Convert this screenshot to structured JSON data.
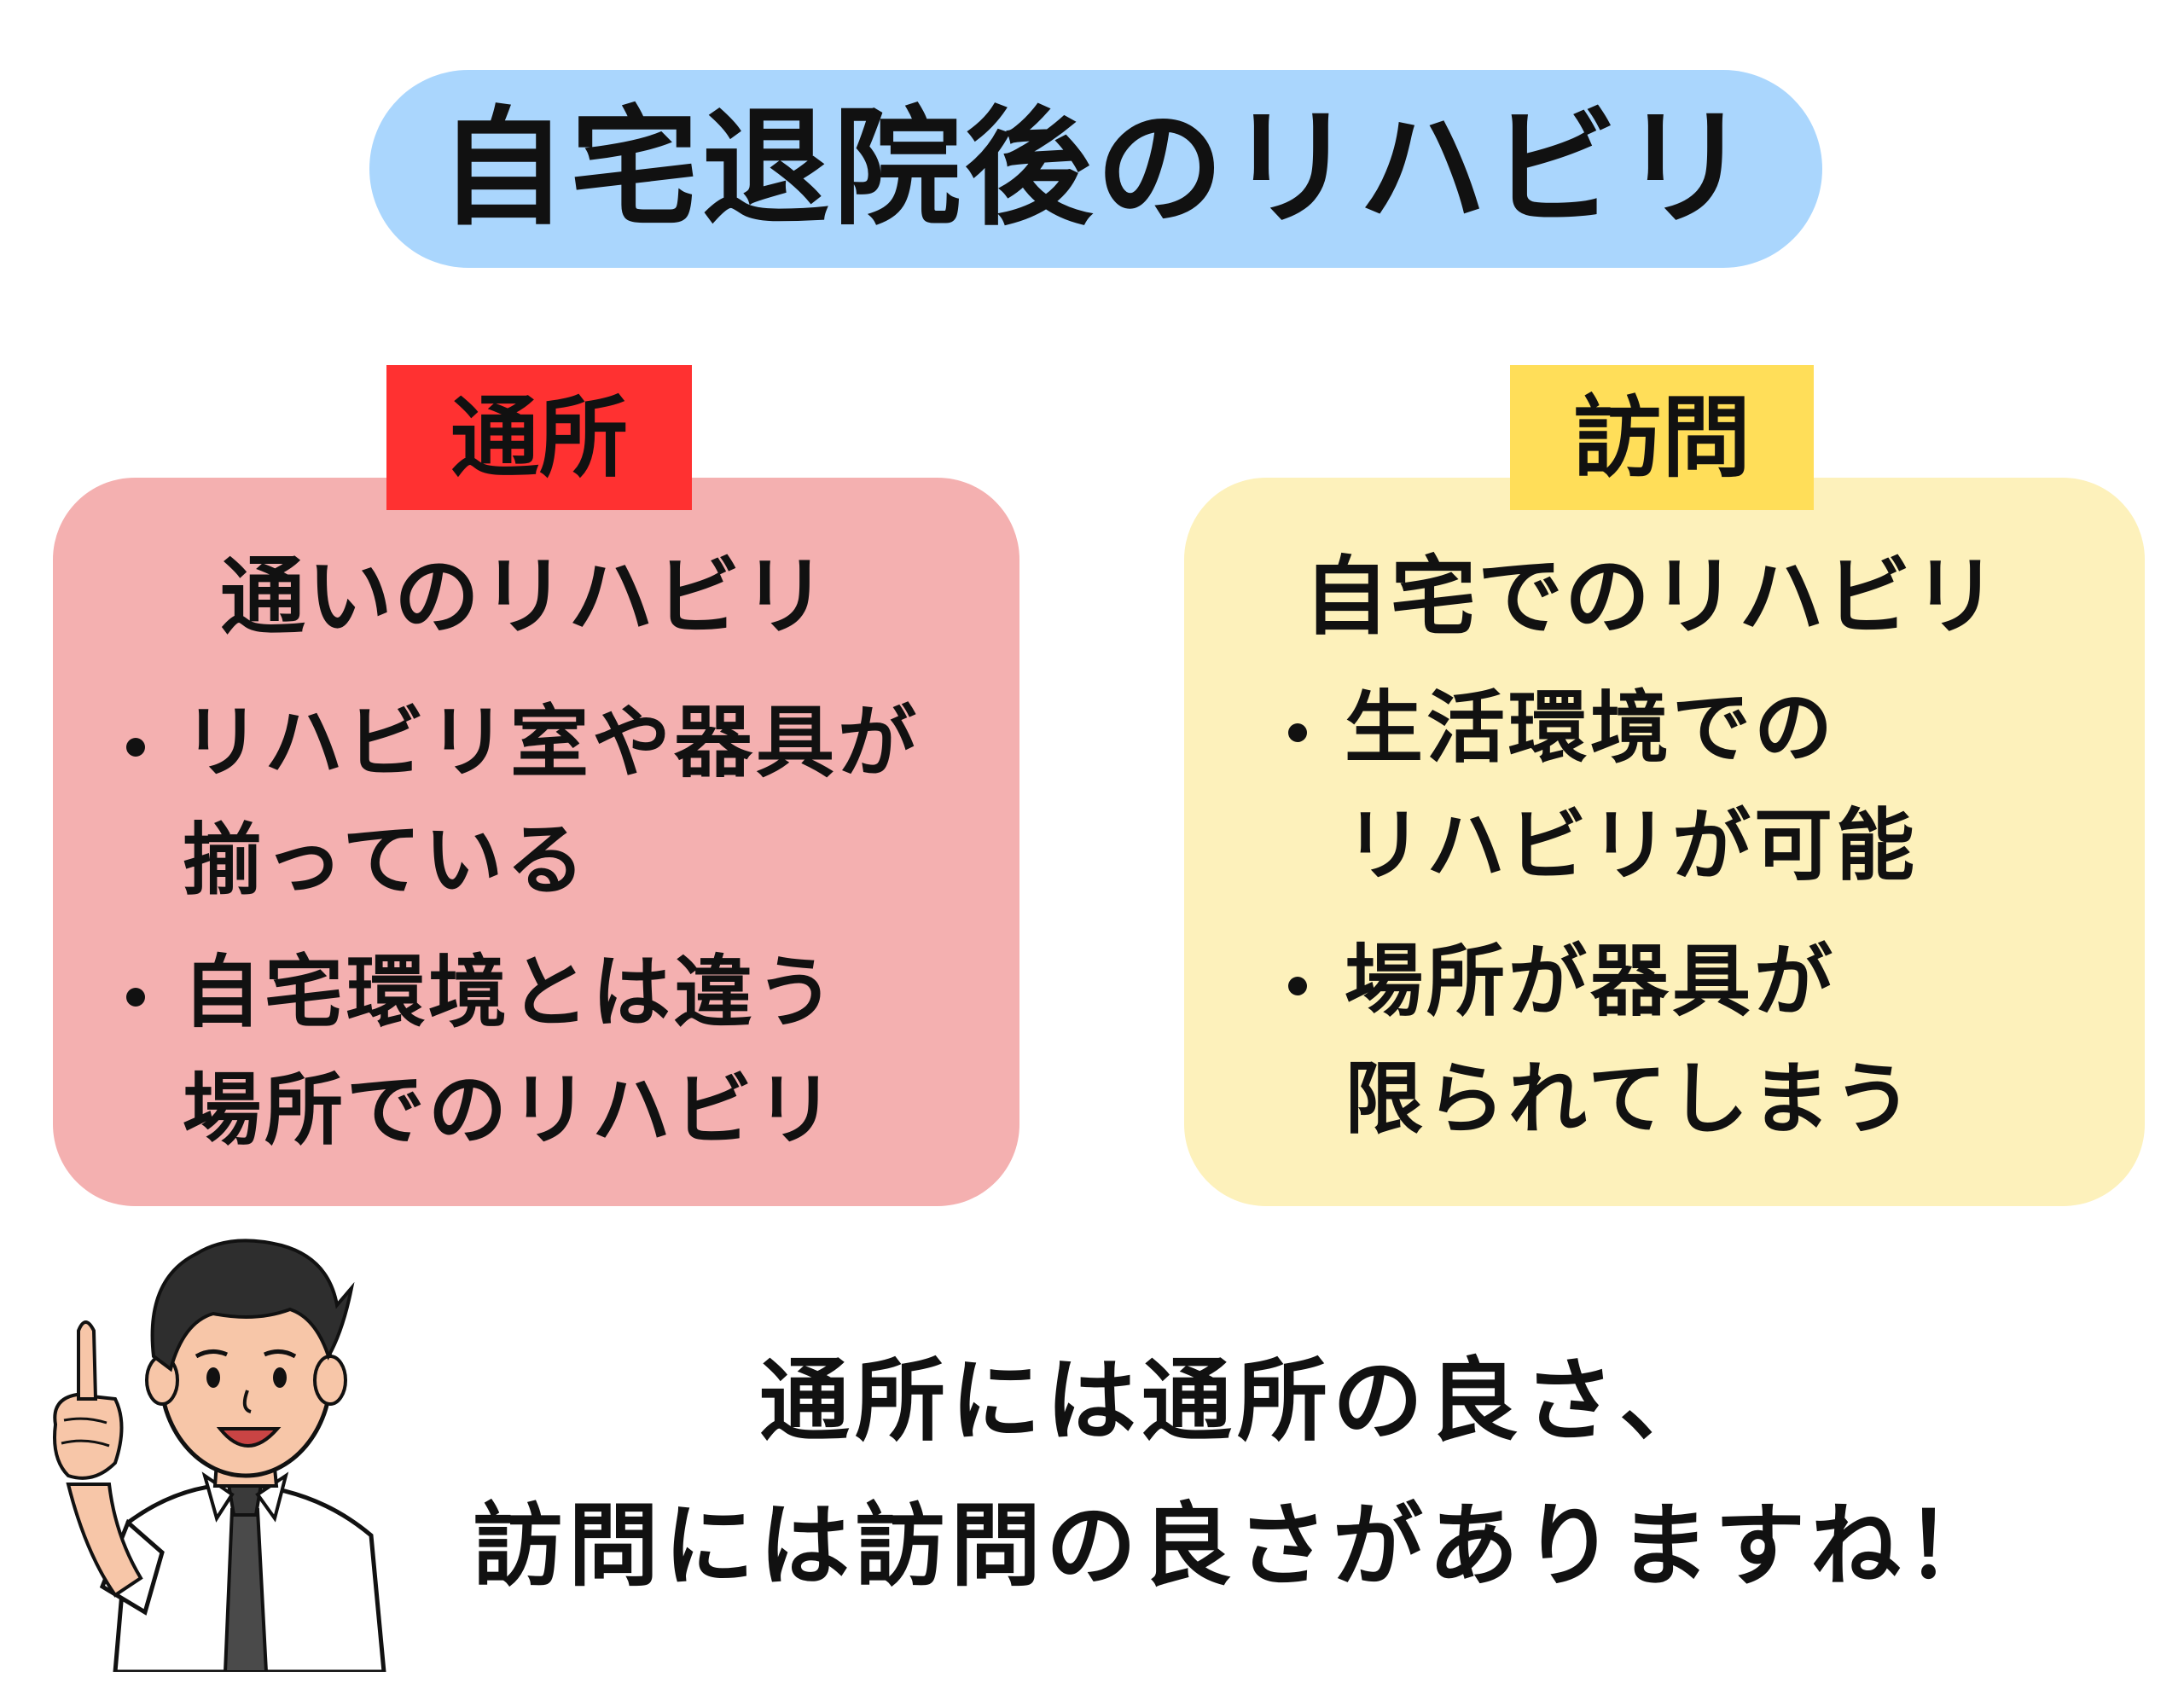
{
  "title": "自宅退院後のリハビリ",
  "left_card": {
    "tag": "通所",
    "subtitle": "通いのリハビリ",
    "bullets": [
      {
        "line1": "リハビリ室や器具が",
        "line2": "揃っている"
      },
      {
        "line1": "自宅環境とは違う",
        "line2": "場所でのリハビリ"
      }
    ]
  },
  "right_card": {
    "tag": "訪問",
    "subtitle": "自宅でのリハビリ",
    "bullets": [
      {
        "line1": "生活環境での",
        "line2": "リハビリが可能"
      },
      {
        "line1": "場所が器具が",
        "line2": "限られてしまう"
      }
    ]
  },
  "message": {
    "line1": "通所には通所の良さ、",
    "line2": "訪問には訪問の良さがありますね！"
  },
  "colors": {
    "title_bg": "#aad6fd",
    "left_card_bg": "#f4b0b0",
    "left_tag_bg": "#ff3131",
    "right_card_bg": "#fdf1bb",
    "right_tag_bg": "#ffde59"
  },
  "illustration": "man-pointing-up-icon"
}
